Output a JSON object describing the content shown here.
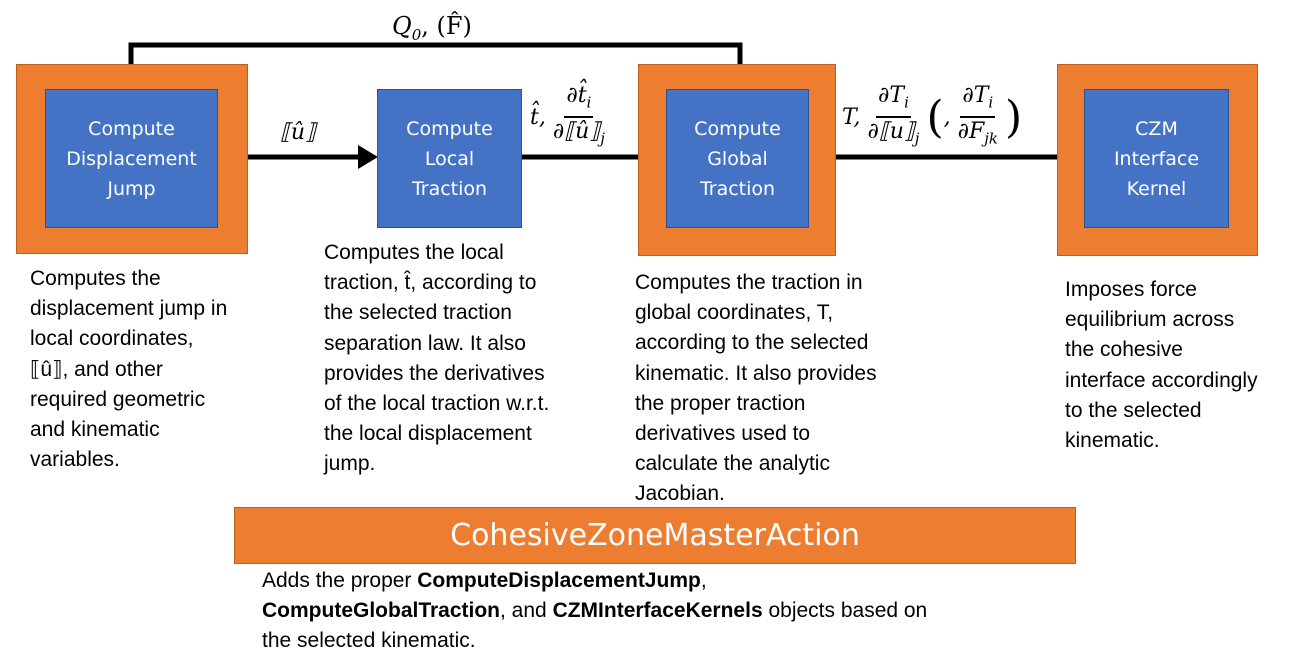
{
  "top_label": {
    "q": "Q",
    "sub": "0",
    "rest": ", (F̂)"
  },
  "arrow_label_1": "⟦û⟧",
  "arrow_label_2": {
    "prefix": "t̂,",
    "num": "∂t̂",
    "num_sub": "i",
    "den": "∂⟦û⟧",
    "den_sub": "j"
  },
  "arrow_label_3": {
    "prefix": "T,",
    "num1": "∂T",
    "num1_sub": "i",
    "den1": "∂⟦u⟧",
    "den1_sub": "j",
    "paren_open": "(",
    "comma": ",",
    "num2": "∂T",
    "num2_sub": "i",
    "den2": "∂F",
    "den2_sub": "jk",
    "paren_close": ")"
  },
  "boxes": [
    {
      "lines": [
        "Compute",
        "Displacement",
        "Jump"
      ]
    },
    {
      "lines": [
        "Compute",
        "Local",
        "Traction"
      ]
    },
    {
      "lines": [
        "Compute",
        "Global",
        "Traction"
      ]
    },
    {
      "lines": [
        "CZM",
        "Interface",
        "Kernel"
      ]
    }
  ],
  "descriptions": [
    {
      "lines": [
        "Computes the",
        "displacement jump in",
        "local coordinates,",
        "⟦û⟧, and other",
        "required geometric",
        "and kinematic",
        "variables."
      ]
    },
    {
      "lines": [
        "Computes the local",
        "traction, t̂, according to",
        "the selected traction",
        "separation law. It also",
        "provides the derivatives",
        "of the local traction w.r.t.",
        "the local displacement",
        "jump."
      ]
    },
    {
      "lines": [
        "Computes the traction in",
        "global coordinates, T,",
        "according to the selected",
        "kinematic. It also provides",
        "the proper traction",
        "derivatives used to",
        "calculate the analytic",
        "Jacobian."
      ]
    },
    {
      "lines": [
        "Imposes force",
        "equilibrium across",
        "the cohesive",
        "interface accordingly",
        "to the selected",
        "kinematic."
      ]
    }
  ],
  "banner": "CohesiveZoneMasterAction",
  "footer": {
    "p1": "Adds the proper ",
    "b1": "ComputeDisplacementJump",
    "p2": ",",
    "b2": "ComputeGlobalTraction",
    "p3": ", and ",
    "b3": "CZMInterfaceKernels",
    "p4": " objects based on",
    "p5": "the selected kinematic."
  }
}
